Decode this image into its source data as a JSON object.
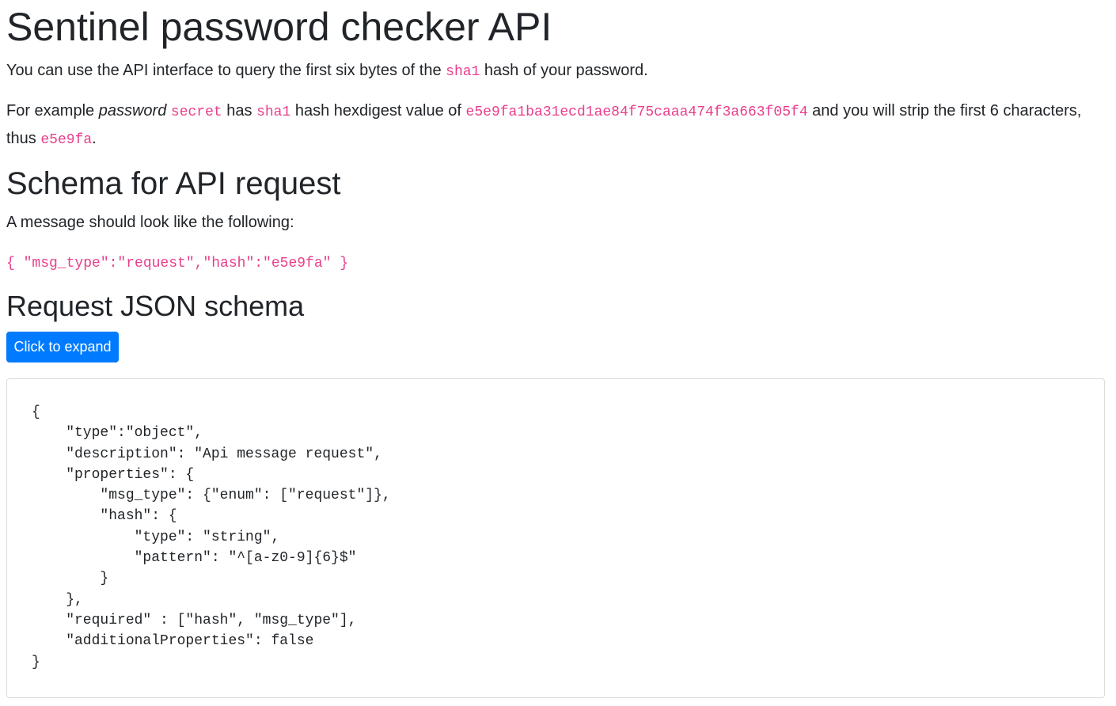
{
  "title": "Sentinel password checker API",
  "intro": {
    "before": "You can use the API interface to query the first six bytes of the ",
    "code": "sha1",
    "after": " hash of your password."
  },
  "example_text": {
    "part1": "For example ",
    "password_word": "password",
    "space": " ",
    "secret": "secret",
    "part2": " has ",
    "sha1": "sha1",
    "part3": " hash hexdigest value of ",
    "digest": "e5e9fa1ba31ecd1ae84f75caaa474f3a663f05f4",
    "part4": " and you will strip the first 6 characters, thus ",
    "short": "e5e9fa",
    "end": "."
  },
  "schema_heading": "Schema for API request",
  "message_text": "A message should look like the following:",
  "example_message": "{ \"msg_type\":\"request\",\"hash\":\"e5e9fa\" }",
  "request_heading": "Request JSON schema",
  "expand_button": "Click to expand",
  "schema_code": "{\n    \"type\":\"object\",\n    \"description\": \"Api message request\",\n    \"properties\": {\n        \"msg_type\": {\"enum\": [\"request\"]},\n        \"hash\": {\n            \"type\": \"string\",\n            \"pattern\": \"^[a-z0-9]{6}$\"\n        }\n    },\n    \"required\" : [\"hash\", \"msg_type\"],\n    \"additionalProperties\": false\n}",
  "colors": {
    "code": "#e83e8c",
    "button": "#007bff",
    "text": "#212529"
  }
}
